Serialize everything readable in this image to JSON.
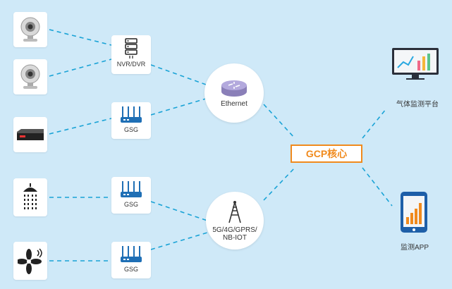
{
  "nodes": {
    "nvr_dvr": "NVR/DVR",
    "gsg_1": "GSG",
    "gsg_2": "GSG",
    "gsg_3": "GSG",
    "ethernet": "Ethernet",
    "cellular_line1": "5G/4G/GPRS/",
    "cellular_line2": "NB-IOT",
    "core": "GCP核心",
    "platform": "气体监测平台",
    "app": "监测APP"
  },
  "colors": {
    "background": "#cfe9f8",
    "dash_line": "#1aa3d6",
    "core_accent": "#f08a1d",
    "icon_blue": "#1f6fb5"
  },
  "icons": [
    "webcam-icon",
    "webcam-icon",
    "dvr-recorder-icon",
    "shower-icon",
    "ventilation-fan-icon",
    "server-icon",
    "wifi-router-icon",
    "network-router-icon",
    "cell-tower-icon",
    "monitor-chart-icon",
    "phone-chart-icon"
  ]
}
